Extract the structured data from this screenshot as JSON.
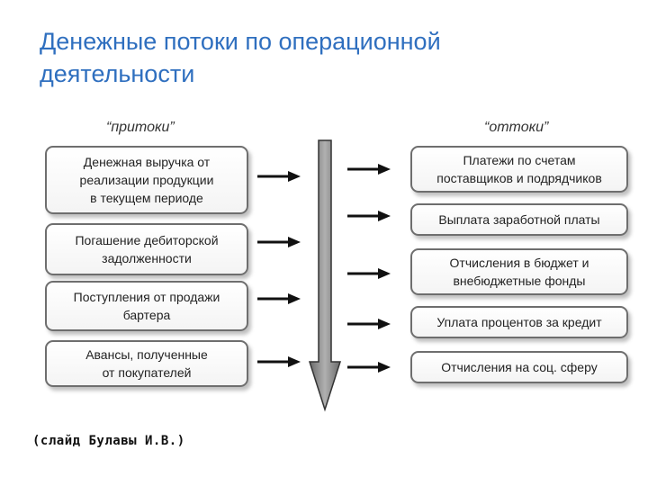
{
  "title": {
    "line1": "Денежные потоки  по операционной",
    "line2": "деятельности"
  },
  "columns": {
    "inflows_heading": "“притоки”",
    "outflows_heading": "“оттоки”"
  },
  "inflows": [
    [
      "Денежная выручка от",
      "реализации продукции",
      "в текущем периоде"
    ],
    [
      "Погашение дебиторской",
      "задолженности"
    ],
    [
      "Поступления от продажи",
      "бартера"
    ],
    [
      "Авансы,  полученные",
      "от покупателей"
    ]
  ],
  "outflows": [
    [
      "Платежи по счетам",
      "поставщиков и подрядчиков"
    ],
    [
      "Выплата заработной платы"
    ],
    [
      "Отчисления в бюджет и",
      "внебюджетные  фонды"
    ],
    [
      "Уплата процентов за кредит"
    ],
    [
      "Отчисления на соц. сферу"
    ]
  ],
  "credit": "(слайд Булавы И.В.)",
  "colors": {
    "title": "#2f6fbf",
    "box_border": "#6e6e6e",
    "main_arrow": "#8a8a8a"
  }
}
